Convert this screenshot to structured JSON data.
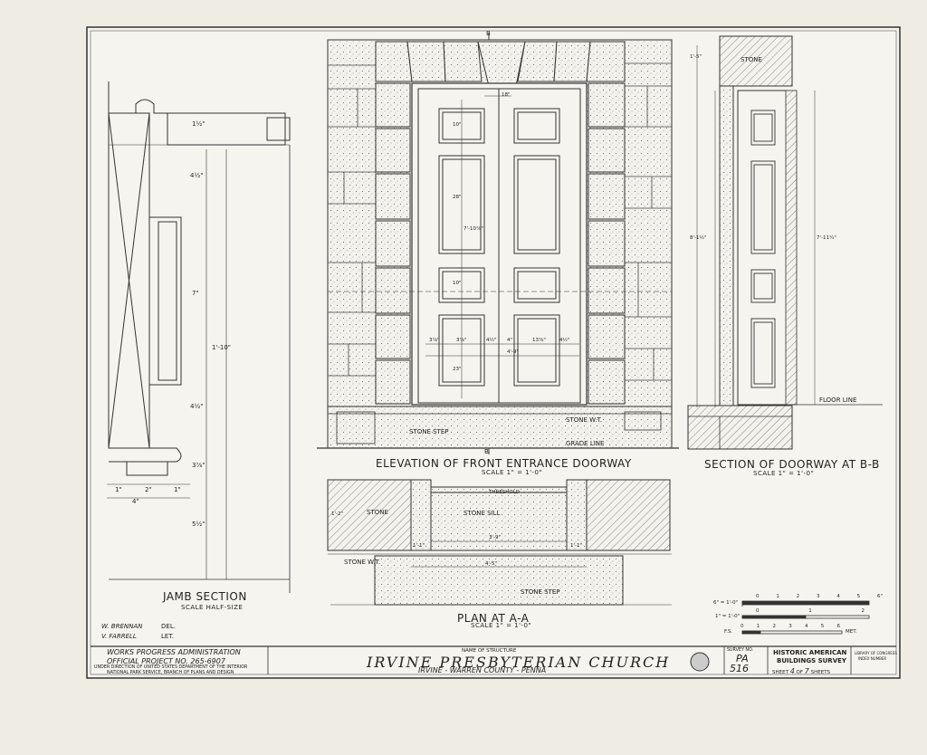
{
  "views": {
    "jamb": {
      "title": "JAMB SECTION",
      "scale": "SCALE HALF-SIZE"
    },
    "elevation": {
      "title": "ELEVATION OF FRONT ENTRANCE DOORWAY",
      "scale": "SCALE 1\" = 1'-0\""
    },
    "section": {
      "title": "SECTION OF DOORWAY AT B-B",
      "scale": "SCALE 1\" = 1'-0\""
    },
    "plan": {
      "title": "PLAN AT A-A",
      "scale": "SCALE 1\" = 1'-0\""
    }
  },
  "callouts": {
    "stone_step": "STONE STEP",
    "stone_wt": "STONE W.T.",
    "grade_line": "GRADE LINE",
    "stone": "STONE",
    "floor_line": "FLOOR LINE",
    "threshold": "THRESHOLD",
    "stone_sill": "STONE SILL",
    "stone_plan": "STONE",
    "stone_wt_plan": "STONE W.T.",
    "stone_step_plan": "STONE STEP",
    "section_mark_top": "B",
    "section_mark_bottom": "B"
  },
  "dimensions": {
    "jamb": [
      "1½\"",
      "4½\"",
      "7\"",
      "4½\"",
      "3⅞\"",
      "5½\"",
      "1'-10\"",
      "1\"",
      "2\"",
      "1\"",
      "4\""
    ],
    "elevation": [
      "18\"",
      "10\"",
      "28\"",
      "7'-10⅞\"",
      "10\"",
      "23\"",
      "3⅞\"",
      "3⅞\"",
      "4½\"",
      "4\"",
      "13⅞\"",
      "4½\"",
      "4'-9\""
    ],
    "section": [
      "1'-5\"",
      "8'-1½\"",
      "7'-11¼\""
    ],
    "plan": [
      "3'-9\"",
      "4'-5\"",
      "1'-1\"",
      "1'-1\"",
      "1'-2\""
    ]
  },
  "scale_bars": {
    "label_1": "6\" = 1'-0\"",
    "ticks_1": [
      "0",
      "1",
      "2",
      "3",
      "4",
      "5",
      "6\""
    ],
    "label_2": "1\" = 1'-0\"",
    "ticks_2": [
      "0",
      "1",
      "2"
    ],
    "label_3": "F.S.",
    "ticks_3": [
      "0",
      "1",
      "2",
      "3",
      "4",
      "5",
      "6"
    ],
    "unit_3": "MET."
  },
  "credits": {
    "drawn_1": "W. BRENNAN",
    "role_1": "DEL.",
    "drawn_2": "V. FARRELL",
    "role_2": "LET."
  },
  "title_block": {
    "agency_line1": "WORKS PROGRESS ADMINISTRATION",
    "agency_line2": "OFFICIAL PROJECT NO. 265-6907",
    "agency_line3": "UNDER DIRECTION OF UNITED STATES DEPARTMENT OF THE INTERIOR",
    "agency_line4": "NATIONAL PARK SERVICE, BRANCH OF PLANS AND DESIGN",
    "name_label": "NAME OF STRUCTURE",
    "structure_name": "IRVINE PRESBYTERIAN CHURCH",
    "location": "IRVINE - WARREN COUNTY - PENNA",
    "survey_label": "SURVEY NO.",
    "survey_state": "PA",
    "survey_number": "516",
    "habs_line1": "HISTORIC AMERICAN",
    "habs_line2": "BUILDINGS SURVEY",
    "sheet_label": "SHEET",
    "sheet_no": "4",
    "sheet_of": "OF",
    "sheet_total": "7",
    "sheets_label": "SHEETS",
    "lib_line1": "LIBRARY OF CONGRESS",
    "lib_line2": "INDEX NUMBER"
  }
}
